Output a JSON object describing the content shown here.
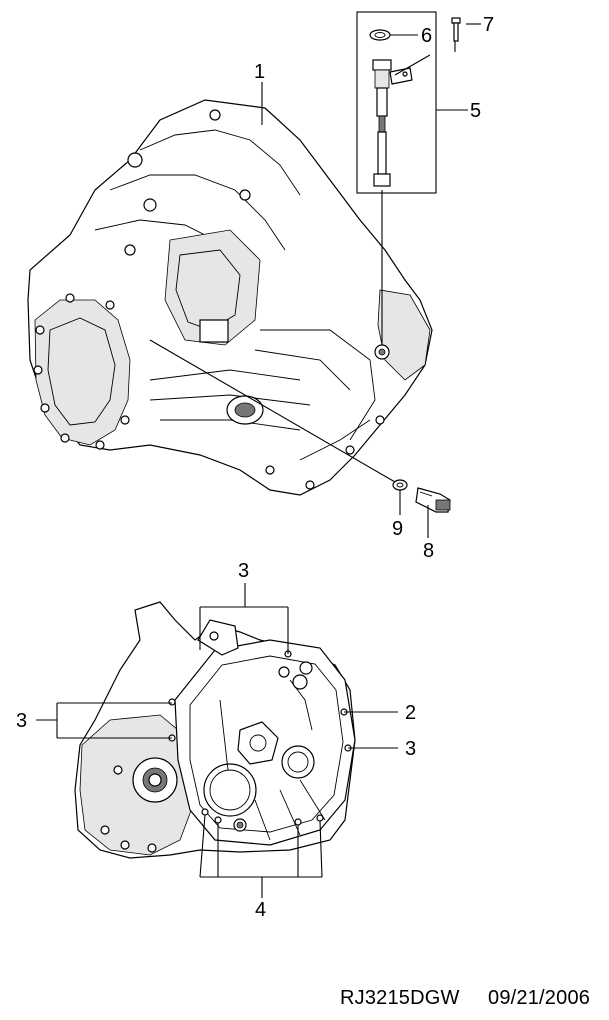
{
  "callouts": {
    "c1": "1",
    "c2": "2",
    "c3_top": "3",
    "c3_left": "3",
    "c3_right": "3",
    "c4": "4",
    "c5": "5",
    "c6": "6",
    "c7": "7",
    "c8": "8",
    "c9": "9"
  },
  "footer": {
    "code": "RJ3215DGW",
    "date": "09/21/2006"
  }
}
